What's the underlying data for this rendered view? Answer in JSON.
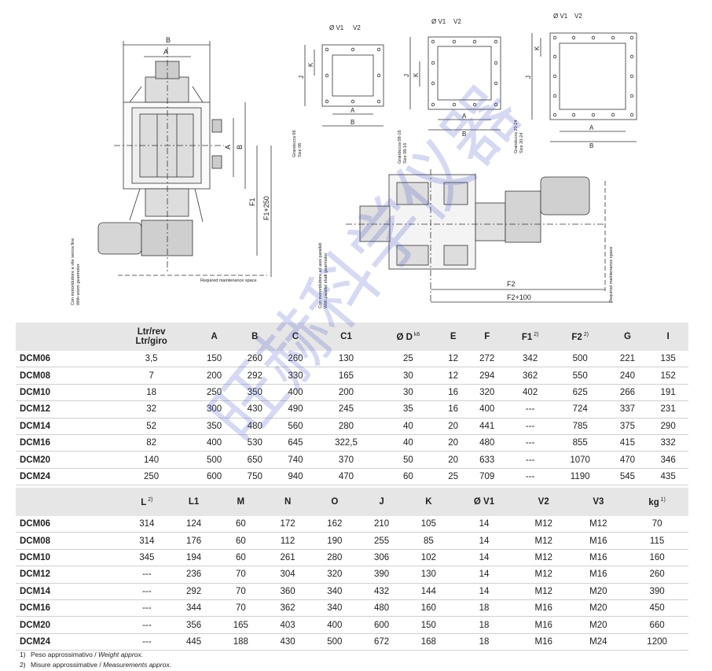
{
  "drawing": {
    "left_view": {
      "dim_B": "B",
      "dim_A": "A",
      "dim_A_side": "A",
      "dim_B_side": "B",
      "dim_F1": "F1",
      "dim_F1_250": "F1+250",
      "caption_it": "Con motoriduttore a vite senza fine",
      "caption_en": "With worm gearmotor",
      "maintenance": "Required maintenance space"
    },
    "flange_06": {
      "v1": "Ø V1",
      "v2": "V2",
      "k": "K",
      "j": "J",
      "a": "A",
      "b": "B",
      "size_it": "Grandezza 06",
      "size_en": "Size 06"
    },
    "flange_0816": {
      "v1": "Ø V1",
      "v2": "V2",
      "k": "K",
      "j": "J",
      "a": "A",
      "b": "B",
      "size_it": "Grandezza 08-16",
      "size_en": "Size 08-16"
    },
    "flange_2024": {
      "v1": "Ø V1",
      "v2": "V2",
      "k": "K",
      "j": "J",
      "a": "A",
      "b": "B",
      "size_it": "Grandezza 20-24",
      "size_en": "Size 20-24"
    },
    "side_view": {
      "caption_it": "Con motoriduttore ad assi paralleli",
      "caption_en": "With parallel shaft gearmotor",
      "f2": "F2",
      "f2_100": "F2+100",
      "maintenance": "Required maintenance space"
    }
  },
  "table1": {
    "headers": [
      {
        "main": "",
        "sup": ""
      },
      {
        "main": "Ltr/rev\nLtr/giro",
        "sup": ""
      },
      {
        "main": "A",
        "sup": ""
      },
      {
        "main": "B",
        "sup": ""
      },
      {
        "main": "C",
        "sup": ""
      },
      {
        "main": "C1",
        "sup": ""
      },
      {
        "main": "Ø D",
        "sup": "k6"
      },
      {
        "main": "E",
        "sup": ""
      },
      {
        "main": "F",
        "sup": ""
      },
      {
        "main": "F1",
        "sup": "2)"
      },
      {
        "main": "F2",
        "sup": "2)"
      },
      {
        "main": "G",
        "sup": ""
      },
      {
        "main": "I",
        "sup": ""
      }
    ],
    "rows": [
      [
        "DCM06",
        "3,5",
        "150",
        "260",
        "260",
        "130",
        "25",
        "12",
        "272",
        "342",
        "500",
        "221",
        "135"
      ],
      [
        "DCM08",
        "7",
        "200",
        "292",
        "330",
        "165",
        "30",
        "12",
        "294",
        "362",
        "550",
        "240",
        "152"
      ],
      [
        "DCM10",
        "18",
        "250",
        "350",
        "400",
        "200",
        "30",
        "16",
        "320",
        "402",
        "625",
        "266",
        "191"
      ],
      [
        "DCM12",
        "32",
        "300",
        "430",
        "490",
        "245",
        "35",
        "16",
        "400",
        "---",
        "724",
        "337",
        "231"
      ],
      [
        "DCM14",
        "52",
        "350",
        "480",
        "560",
        "280",
        "40",
        "20",
        "441",
        "---",
        "785",
        "375",
        "290"
      ],
      [
        "DCM16",
        "82",
        "400",
        "530",
        "645",
        "322,5",
        "40",
        "20",
        "480",
        "---",
        "855",
        "415",
        "332"
      ],
      [
        "DCM20",
        "140",
        "500",
        "650",
        "740",
        "370",
        "50",
        "20",
        "633",
        "---",
        "1070",
        "470",
        "346"
      ],
      [
        "DCM24",
        "250",
        "600",
        "750",
        "940",
        "470",
        "60",
        "25",
        "709",
        "---",
        "1190",
        "545",
        "435"
      ]
    ]
  },
  "table2": {
    "headers": [
      {
        "main": "",
        "sup": ""
      },
      {
        "main": "L",
        "sup": "2)"
      },
      {
        "main": "L1",
        "sup": ""
      },
      {
        "main": "M",
        "sup": ""
      },
      {
        "main": "N",
        "sup": ""
      },
      {
        "main": "O",
        "sup": ""
      },
      {
        "main": "J",
        "sup": ""
      },
      {
        "main": "K",
        "sup": ""
      },
      {
        "main": "Ø V1",
        "sup": ""
      },
      {
        "main": "V2",
        "sup": ""
      },
      {
        "main": "V3",
        "sup": ""
      },
      {
        "main": "kg",
        "sup": "1)"
      }
    ],
    "rows": [
      [
        "DCM06",
        "314",
        "124",
        "60",
        "172",
        "162",
        "210",
        "105",
        "14",
        "M12",
        "M12",
        "70"
      ],
      [
        "DCM08",
        "314",
        "176",
        "60",
        "112",
        "190",
        "255",
        "85",
        "14",
        "M12",
        "M16",
        "115"
      ],
      [
        "DCM10",
        "345",
        "194",
        "60",
        "261",
        "280",
        "306",
        "102",
        "14",
        "M12",
        "M16",
        "160"
      ],
      [
        "DCM12",
        "---",
        "236",
        "70",
        "304",
        "320",
        "390",
        "130",
        "14",
        "M12",
        "M16",
        "260"
      ],
      [
        "DCM14",
        "---",
        "292",
        "70",
        "360",
        "340",
        "432",
        "144",
        "14",
        "M12",
        "M20",
        "390"
      ],
      [
        "DCM16",
        "---",
        "344",
        "70",
        "362",
        "340",
        "480",
        "160",
        "18",
        "M16",
        "M20",
        "450"
      ],
      [
        "DCM20",
        "---",
        "356",
        "165",
        "403",
        "400",
        "600",
        "150",
        "18",
        "M16",
        "M20",
        "660"
      ],
      [
        "DCM24",
        "---",
        "445",
        "188",
        "430",
        "500",
        "672",
        "168",
        "18",
        "M16",
        "M24",
        "1200"
      ]
    ]
  },
  "notes": [
    {
      "num": "1)",
      "it": "Peso approssimativo / ",
      "en": "Weight approx."
    },
    {
      "num": "2)",
      "it": "Misure approssimative / ",
      "en": "Measurements approx."
    }
  ],
  "watermark": "旺赫科学仪器"
}
